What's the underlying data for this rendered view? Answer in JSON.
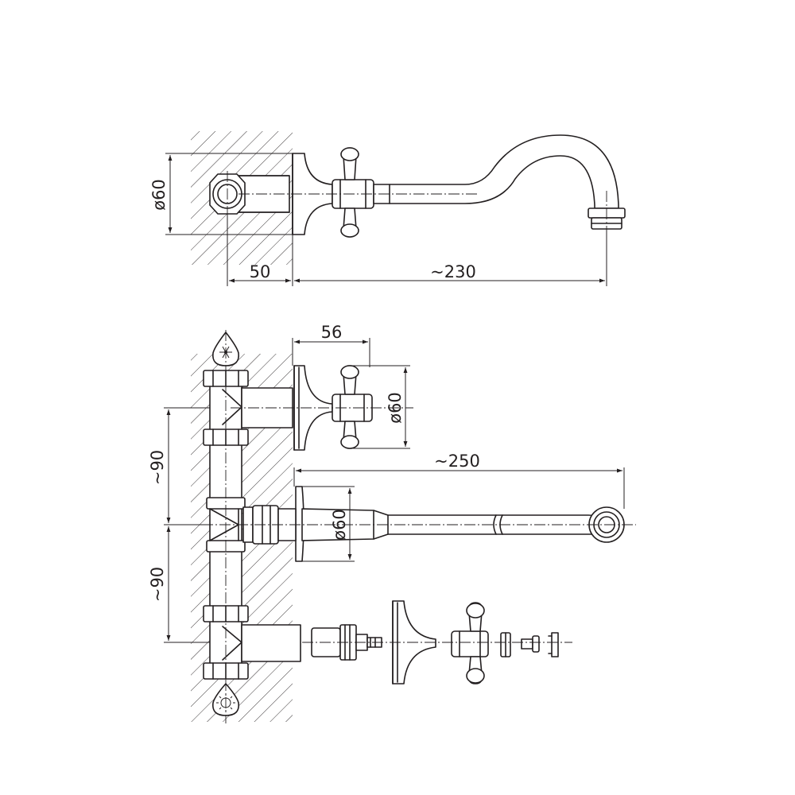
{
  "dimensions": {
    "top_diameter": "ø60",
    "top_depth": "50",
    "top_spout_length": "~230",
    "valve_depth": "56",
    "valve_diameter": "ø60",
    "spout_length": "~250",
    "spout_diameter": "ø60",
    "upper_spacing": "~90",
    "lower_spacing": "~90"
  },
  "icons": {
    "cold_inlet": "snowflake-drop-icon",
    "hot_inlet": "sun-drop-icon"
  },
  "colors": {
    "line": "#231f20",
    "background": "#ffffff"
  }
}
